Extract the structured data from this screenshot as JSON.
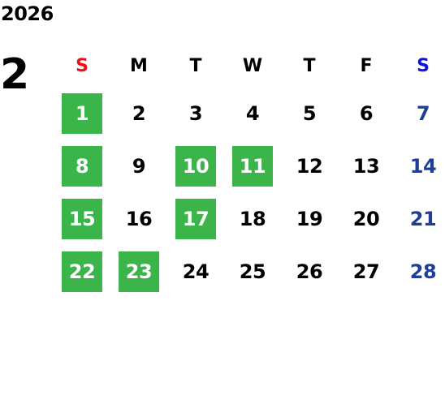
{
  "calendar": {
    "year": "2026",
    "month": "2",
    "weekdays": [
      {
        "label": "S",
        "color": "#ee1111"
      },
      {
        "label": "M",
        "color": "#000000"
      },
      {
        "label": "T",
        "color": "#000000"
      },
      {
        "label": "W",
        "color": "#000000"
      },
      {
        "label": "T",
        "color": "#000000"
      },
      {
        "label": "F",
        "color": "#000000"
      },
      {
        "label": "S",
        "color": "#1111dd"
      }
    ],
    "colors": {
      "highlight_bg": "#3bb54a",
      "highlight_text": "#ffffff",
      "weekday_text": "#000000",
      "saturday_text": "#1f3f96"
    },
    "weeks": [
      [
        {
          "day": "1",
          "highlighted": true
        },
        {
          "day": "2",
          "highlighted": false
        },
        {
          "day": "3",
          "highlighted": false
        },
        {
          "day": "4",
          "highlighted": false
        },
        {
          "day": "5",
          "highlighted": false
        },
        {
          "day": "6",
          "highlighted": false
        },
        {
          "day": "7",
          "highlighted": false
        }
      ],
      [
        {
          "day": "8",
          "highlighted": true
        },
        {
          "day": "9",
          "highlighted": false
        },
        {
          "day": "10",
          "highlighted": true
        },
        {
          "day": "11",
          "highlighted": true
        },
        {
          "day": "12",
          "highlighted": false
        },
        {
          "day": "13",
          "highlighted": false
        },
        {
          "day": "14",
          "highlighted": false
        }
      ],
      [
        {
          "day": "15",
          "highlighted": true
        },
        {
          "day": "16",
          "highlighted": false
        },
        {
          "day": "17",
          "highlighted": true
        },
        {
          "day": "18",
          "highlighted": false
        },
        {
          "day": "19",
          "highlighted": false
        },
        {
          "day": "20",
          "highlighted": false
        },
        {
          "day": "21",
          "highlighted": false
        }
      ],
      [
        {
          "day": "22",
          "highlighted": true
        },
        {
          "day": "23",
          "highlighted": true
        },
        {
          "day": "24",
          "highlighted": false
        },
        {
          "day": "25",
          "highlighted": false
        },
        {
          "day": "26",
          "highlighted": false
        },
        {
          "day": "27",
          "highlighted": false
        },
        {
          "day": "28",
          "highlighted": false
        }
      ]
    ]
  }
}
